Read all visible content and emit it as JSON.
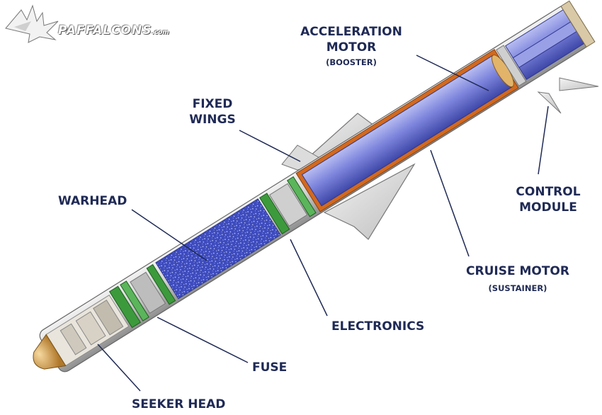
{
  "watermark": {
    "brand": "PAFFALCONS",
    "suffix": ".com"
  },
  "labels": {
    "acceleration_motor": {
      "line1": "ACCELERATION",
      "line2": "MOTOR",
      "sub": "(BOOSTER)"
    },
    "fixed_wings": {
      "line1": "FIXED",
      "line2": "WINGS"
    },
    "control_module": {
      "line1": "CONTROL",
      "line2": "MODULE"
    },
    "warhead": "WARHEAD",
    "cruise_motor": {
      "line1": "CRUISE MOTOR",
      "sub": "(SUSTAINER)"
    },
    "electronics": "ELECTRONICS",
    "fuse": "FUSE",
    "seeker_head": "SEEKER HEAD"
  },
  "colors": {
    "label_text": "#1f2a55",
    "body_blue": "#7b83d8",
    "warhead_blue": "#3b48b8",
    "casing_orange": "#d2691e",
    "ring_green": "#3c9a3c"
  }
}
